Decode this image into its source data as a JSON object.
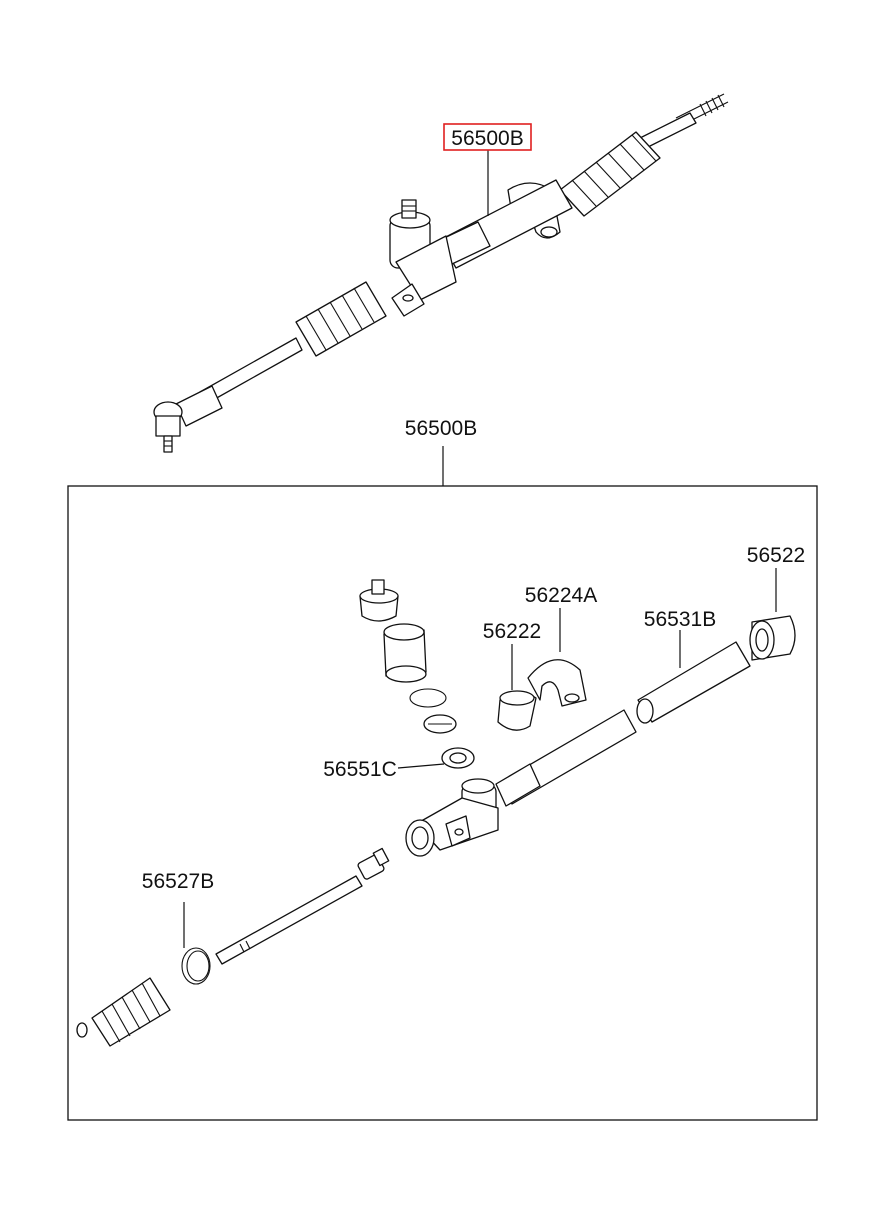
{
  "colors": {
    "highlight": "#e0201f",
    "ink": "#111111",
    "background": "#ffffff"
  },
  "assembly": {
    "part_number": "56500B",
    "highlighted": true
  },
  "exploded_view": {
    "group_label": "56500B",
    "parts": [
      {
        "part_number": "56522"
      },
      {
        "part_number": "56224A"
      },
      {
        "part_number": "56222"
      },
      {
        "part_number": "56531B"
      },
      {
        "part_number": "56551C"
      },
      {
        "part_number": "56527B"
      }
    ]
  }
}
